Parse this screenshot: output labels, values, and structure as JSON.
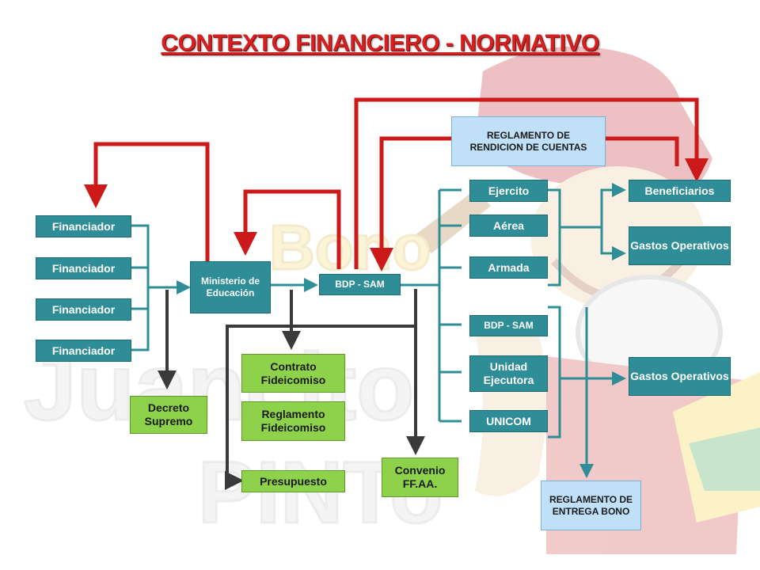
{
  "title": "CONTEXTO FINANCIERO - NORMATIVO",
  "colors": {
    "teal": "#2e8d96",
    "green": "#8ed14b",
    "light_blue": "#bfe0f7",
    "red_arrow": "#cc1a1a",
    "dark_arrow": "#3a3a3a",
    "title": "#d42020"
  },
  "nodes": {
    "financiador_1": "Financiador",
    "financiador_2": "Financiador",
    "financiador_3": "Financiador",
    "financiador_4": "Financiador",
    "ministerio": "Ministerio de Educación",
    "bdp_sam_main": "BDP - SAM",
    "decreto": "Decreto Supremo",
    "contrato": "Contrato Fideicomiso",
    "reglamento_fid": "Reglamento Fideicomiso",
    "presupuesto": "Presupuesto",
    "convenio": "Convenio FF.AA.",
    "reglamento_rendicion": "REGLAMENTO DE RENDICION DE CUENTAS",
    "ejercito": "Ejercito",
    "aerea": "Aérea",
    "armada": "Armada",
    "bdp_sam_2": "BDP - SAM",
    "unidad": "Unidad Ejecutora",
    "unicom": "UNICOM",
    "beneficiarios": "Beneficiarios",
    "gastos_1": "Gastos Operativos",
    "gastos_2": "Gastos Operativos",
    "reglamento_bono": "REGLAMENTO DE ENTREGA BONO"
  }
}
